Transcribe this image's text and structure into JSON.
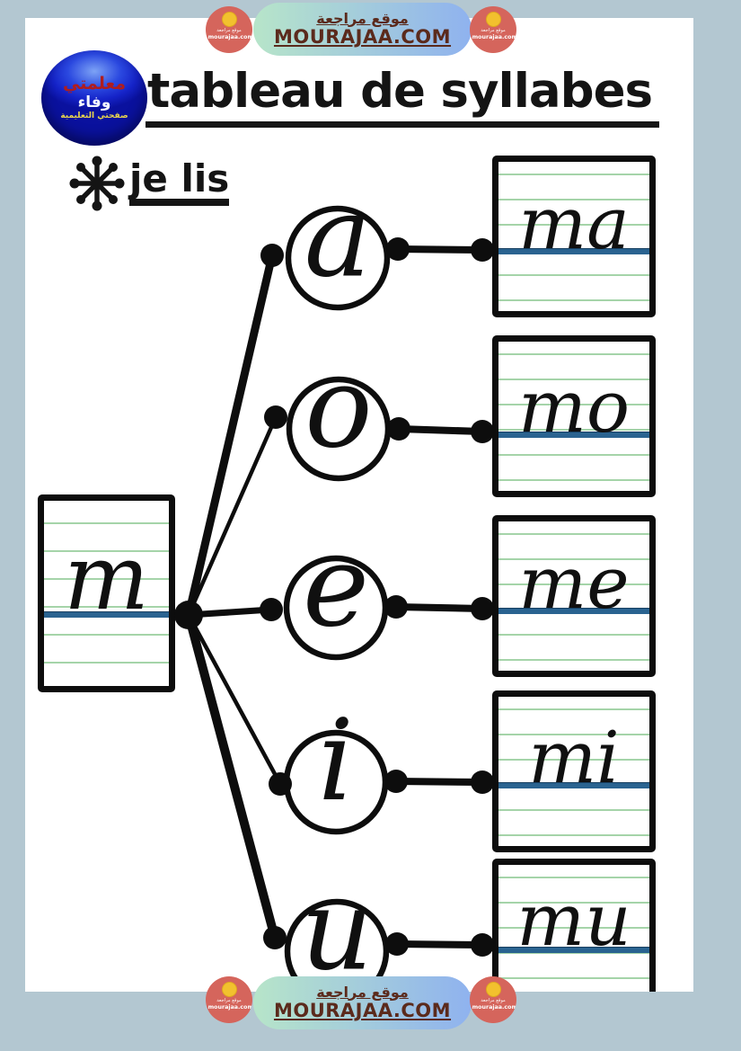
{
  "branding": {
    "site_name_ar": "موقع مراجعة",
    "site_domain": "MOURAJAA.COM",
    "mini_logo": {
      "line_ar": "موقع مراجعة",
      "line_domain": "mourajaa.com"
    },
    "sphere_logo": {
      "line1": "معلمتي",
      "line2": "وفاء",
      "line3": "صفحتي التعليمية"
    }
  },
  "worksheet": {
    "title": "tableau de syllabes",
    "instruction": "je lis",
    "consonant": "m",
    "pairs": [
      {
        "vowel": "a",
        "syllable": "ma"
      },
      {
        "vowel": "o",
        "syllable": "mo"
      },
      {
        "vowel": "e",
        "syllable": "me"
      },
      {
        "vowel": "i",
        "syllable": "mi"
      },
      {
        "vowel": "u",
        "syllable": "mu"
      }
    ]
  },
  "colors": {
    "background": "#b3c7d1",
    "page": "#ffffff",
    "ink": "#141414",
    "pill_gradient_start": "#b7e5c9",
    "pill_gradient_end": "#8fb2ef",
    "brand_text": "#5b2a1c",
    "mini_logo_red": "#d5655c",
    "mini_logo_yellow": "#f2c12e",
    "rule_green": "#a5d4a9",
    "rule_blue": "#2a6390",
    "sphere_blue": "#1b2ed0"
  }
}
